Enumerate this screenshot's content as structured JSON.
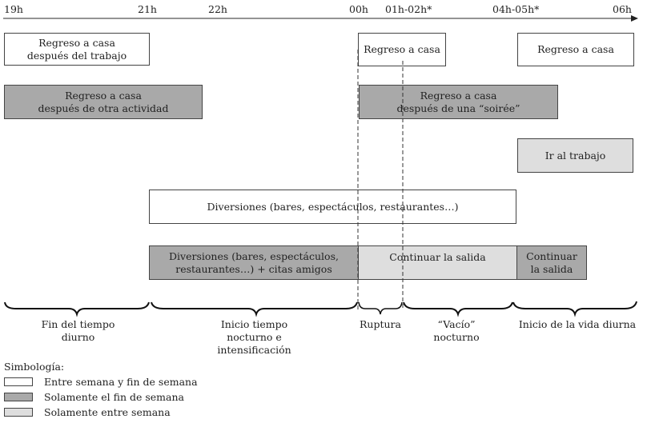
{
  "timeline": {
    "ticks": [
      "19h",
      "21h",
      "22h",
      "00h",
      "01h-02h*",
      "04h-05h*",
      "06h"
    ]
  },
  "boxes": {
    "home_after_work": {
      "line1": "Regreso a casa",
      "line2": "después del trabajo",
      "category": "both"
    },
    "home_after_other": {
      "line1": "Regreso a casa",
      "line2": "después de otra actividad",
      "category": "weekend"
    },
    "home_midnight": {
      "line1": "Regreso a casa",
      "category": "both"
    },
    "home_early_morning": {
      "line1": "Regreso a casa",
      "category": "both"
    },
    "home_after_soiree": {
      "line1": "Regreso a casa",
      "line2": "después de una “soirée”",
      "category": "weekend"
    },
    "go_to_work": {
      "line1": "Ir al trabajo",
      "category": "weekday"
    },
    "entertainment": {
      "line1": "Diversiones (bares, espectáculos, restaurantes…)",
      "category": "both"
    },
    "entertainment_friends": {
      "line1": "Diversiones (bares, espectáculos,",
      "line2": "restaurantes…) + citas amigos",
      "category": "weekend"
    },
    "continue_outing_weekday": {
      "line1": "Continuar la salida",
      "category": "weekday"
    },
    "continue_outing_weekend": {
      "line1": "Continuar",
      "line2": "la salida",
      "category": "weekend"
    }
  },
  "phases": [
    {
      "line1": "Fin del tiempo",
      "line2": "diurno"
    },
    {
      "line1": "Inicio tiempo",
      "line2": "nocturno e",
      "line3": "intensificación"
    },
    {
      "line1": "Ruptura"
    },
    {
      "line1": "“Vacío”",
      "line2": "nocturno"
    },
    {
      "line1": "Inicio de la vida diurna"
    }
  ],
  "legend": {
    "title": "Simbología:",
    "items": [
      {
        "label": "Entre semana y fin de semana",
        "color": "#ffffff"
      },
      {
        "label": "Solamente el fin de semana",
        "color": "#a9a9a9"
      },
      {
        "label": "Solamente entre semana",
        "color": "#dedede"
      }
    ]
  },
  "colors": {
    "weekend": "#a9a9a9",
    "weekday": "#dedede",
    "both": "#ffffff",
    "line": "#222222"
  }
}
